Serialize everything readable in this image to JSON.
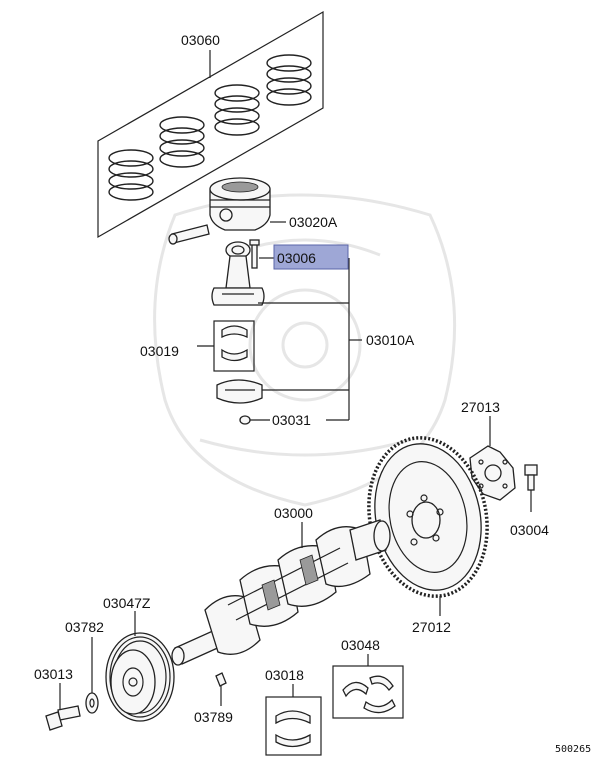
{
  "colors": {
    "line": "#222222",
    "highlight_fill": "#9ea7d6",
    "highlight_stroke": "#5a64a8",
    "watermark": "#e6e6e6"
  },
  "parts": {
    "piston_rings": "03060",
    "piston": "03020A",
    "con_rod_bolt": "03006",
    "con_rod_assembly": "03010A",
    "con_rod_bearing": "03019",
    "con_rod_nut": "03031",
    "flywheel_plate": "27013",
    "flywheel_bolt": "03004",
    "crankshaft": "03000",
    "flywheel": "27012",
    "damper_pulley": "03047Z",
    "washer": "03782",
    "thrust_bearing": "03048",
    "crank_bolt": "03013",
    "main_bearing": "03018",
    "key": "03789"
  },
  "highlighted_part": "03006",
  "document_number": "500265"
}
